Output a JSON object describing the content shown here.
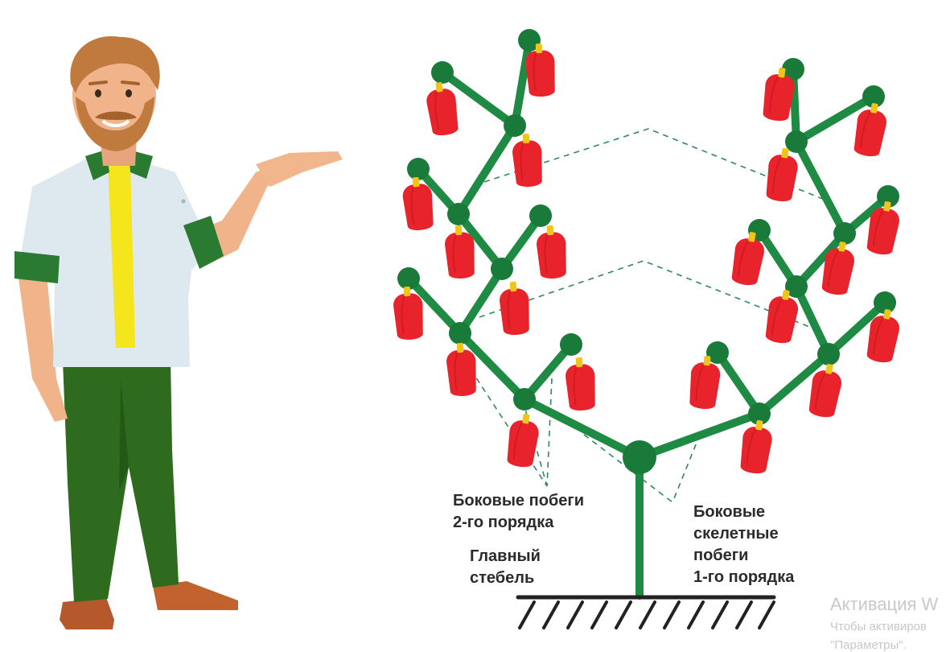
{
  "diagram": {
    "labels": {
      "side_shoots_2nd_order": "Боковые побеги\n2-го порядка",
      "main_stem": "Главный\nстебель",
      "skeletal_shoots_1st_order": "Боковые\nскелетные\nпобеги\n1-го порядка"
    },
    "colors": {
      "stem": "#1e8a43",
      "pepper": "#e8232b",
      "pepper_cap": "#f0c419",
      "node": "#1a7a3a",
      "guide_line": "#2e8b57",
      "ground": "#222222"
    }
  },
  "character": {
    "shirt_color": "#dde9ee",
    "undershirt_color": "#f4e51c",
    "pants_color": "#2f6b1e",
    "collar_color": "#2a7a32"
  },
  "watermark": {
    "title": "Активация W",
    "line1": "Чтобы активиров",
    "line2": "\"Параметры\"."
  }
}
